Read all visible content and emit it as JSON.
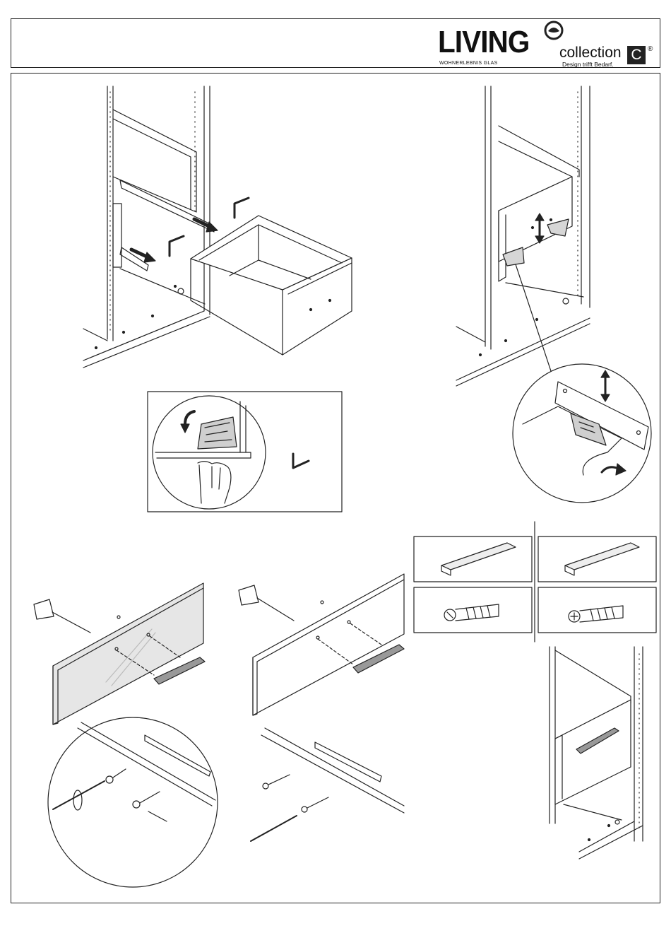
{
  "header": {
    "brand_name": "LIVING",
    "brand_subline": "WOHNERLEBNIS GLAS",
    "brand_collection": "collection",
    "brand_tagline": "Design trifft Bedarf.",
    "brand_c_mark": "C",
    "brand_registered": "®"
  },
  "steps": [
    {
      "name": "drawer-insertion",
      "icon": "drawer-slide-in-icon"
    },
    {
      "name": "hinge-clip-detail",
      "icon": "hinge-release-icon"
    },
    {
      "name": "drawer-height-adjust",
      "icon": "adjust-arrows-icon"
    },
    {
      "name": "handle-glass-front",
      "icon": "screwdriver-icon"
    },
    {
      "name": "handle-wood-front",
      "icon": "screwdriver-icon"
    },
    {
      "name": "finished-drawer",
      "icon": "handle-icon"
    }
  ],
  "parts": [
    {
      "name": "handle-part-a",
      "icon": "handle-icon"
    },
    {
      "name": "handle-part-b",
      "icon": "handle-icon"
    },
    {
      "name": "screw-slotted",
      "icon": "slotted-screw-icon"
    },
    {
      "name": "screw-phillips",
      "icon": "phillips-screw-icon"
    }
  ],
  "colors": {
    "line": "#222222",
    "glass": "#e4e4e4",
    "handle": "#8a8a8a"
  }
}
